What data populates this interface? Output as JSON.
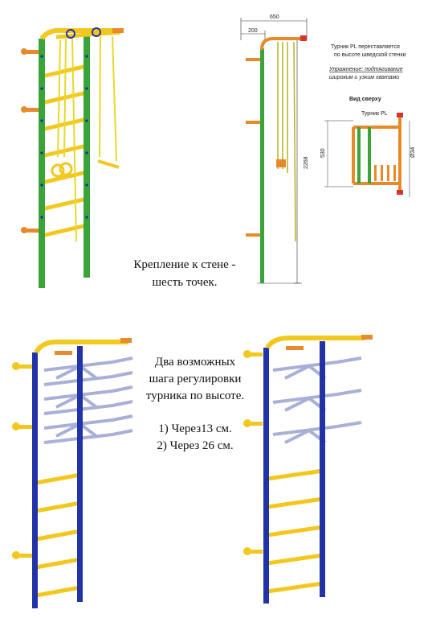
{
  "captions": {
    "mounting_line1": "Крепление к стене -",
    "mounting_line2": "шесть точек.",
    "adjust_line1": "Два возможных",
    "adjust_line2": "шага регулировки",
    "adjust_line3": "турника по высоте.",
    "adjust_line4": "1) Через13 см.",
    "adjust_line5": "2) Через 26 см."
  },
  "drawing": {
    "dim_width": "650",
    "dim_offset": "200",
    "dim_height": "2268",
    "dim_depth": "530",
    "dim_diameter": "Ø34",
    "note_line1": "Турник PL переставляется",
    "note_line2": "по высоте шведской стенки",
    "exercise_line1": "Упражнение: подтягивание",
    "exercise_line2": "широким и узким хватами",
    "top_view_title": "Вид сверху",
    "top_view_label": "Турник PL"
  },
  "colors": {
    "green_rail": "#3aa33a",
    "yellow_rung": "#f2c81e",
    "orange_mount": "#e98a2a",
    "blue_rail": "#2233a8",
    "grey_bar": "#a9b0d8"
  }
}
